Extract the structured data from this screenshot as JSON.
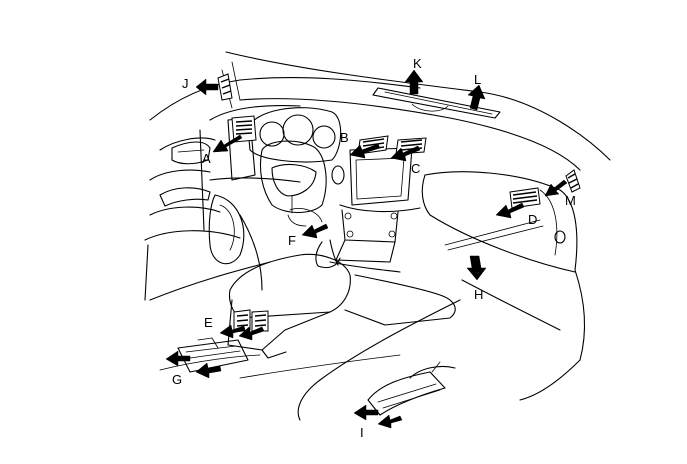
{
  "labels": {
    "A": "A",
    "B": "B",
    "C": "C",
    "D": "D",
    "E": "E",
    "F": "F",
    "G": "G",
    "H": "H",
    "I": "I",
    "J": "J",
    "K": "K",
    "L": "L",
    "M": "M"
  },
  "colors": {
    "line": "#000000",
    "background": "#ffffff"
  }
}
